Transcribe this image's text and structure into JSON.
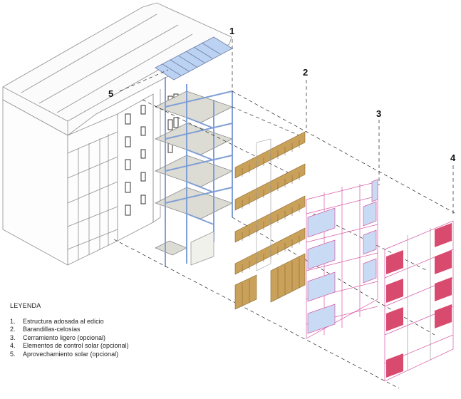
{
  "callouts": [
    "1",
    "2",
    "3",
    "4",
    "5"
  ],
  "legend": {
    "title": "LEYENDA",
    "items": [
      {
        "num": "1.",
        "text": "Estructura adosada al edicio"
      },
      {
        "num": "2.",
        "text": "Barandillas-celosías"
      },
      {
        "num": "3.",
        "text": "Cerramiento ligero (opcional)"
      },
      {
        "num": "4.",
        "text": "Elementos de control solar (opcional)"
      },
      {
        "num": "5.",
        "text": "Aprovechamiento solar (opcional)"
      }
    ]
  },
  "colors": {
    "line": "#8a8a8a",
    "structure": "#7f9fd6",
    "slab": "#dcdcd4",
    "solar_panel": "#bcd2f2",
    "lattice": "#c9a15a",
    "enclosure_line": "#d55aa6",
    "enclosure_glass": "#c9daf4",
    "sun_control": "#d84a6e"
  }
}
